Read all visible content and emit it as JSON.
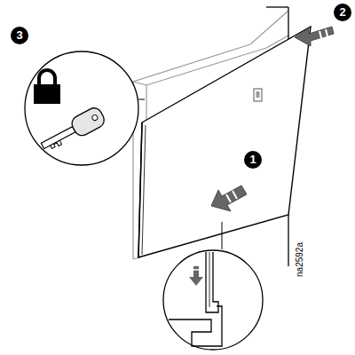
{
  "diagram": {
    "labels": [
      "3",
      "2",
      "1",
      "na2592a"
    ]
  }
}
